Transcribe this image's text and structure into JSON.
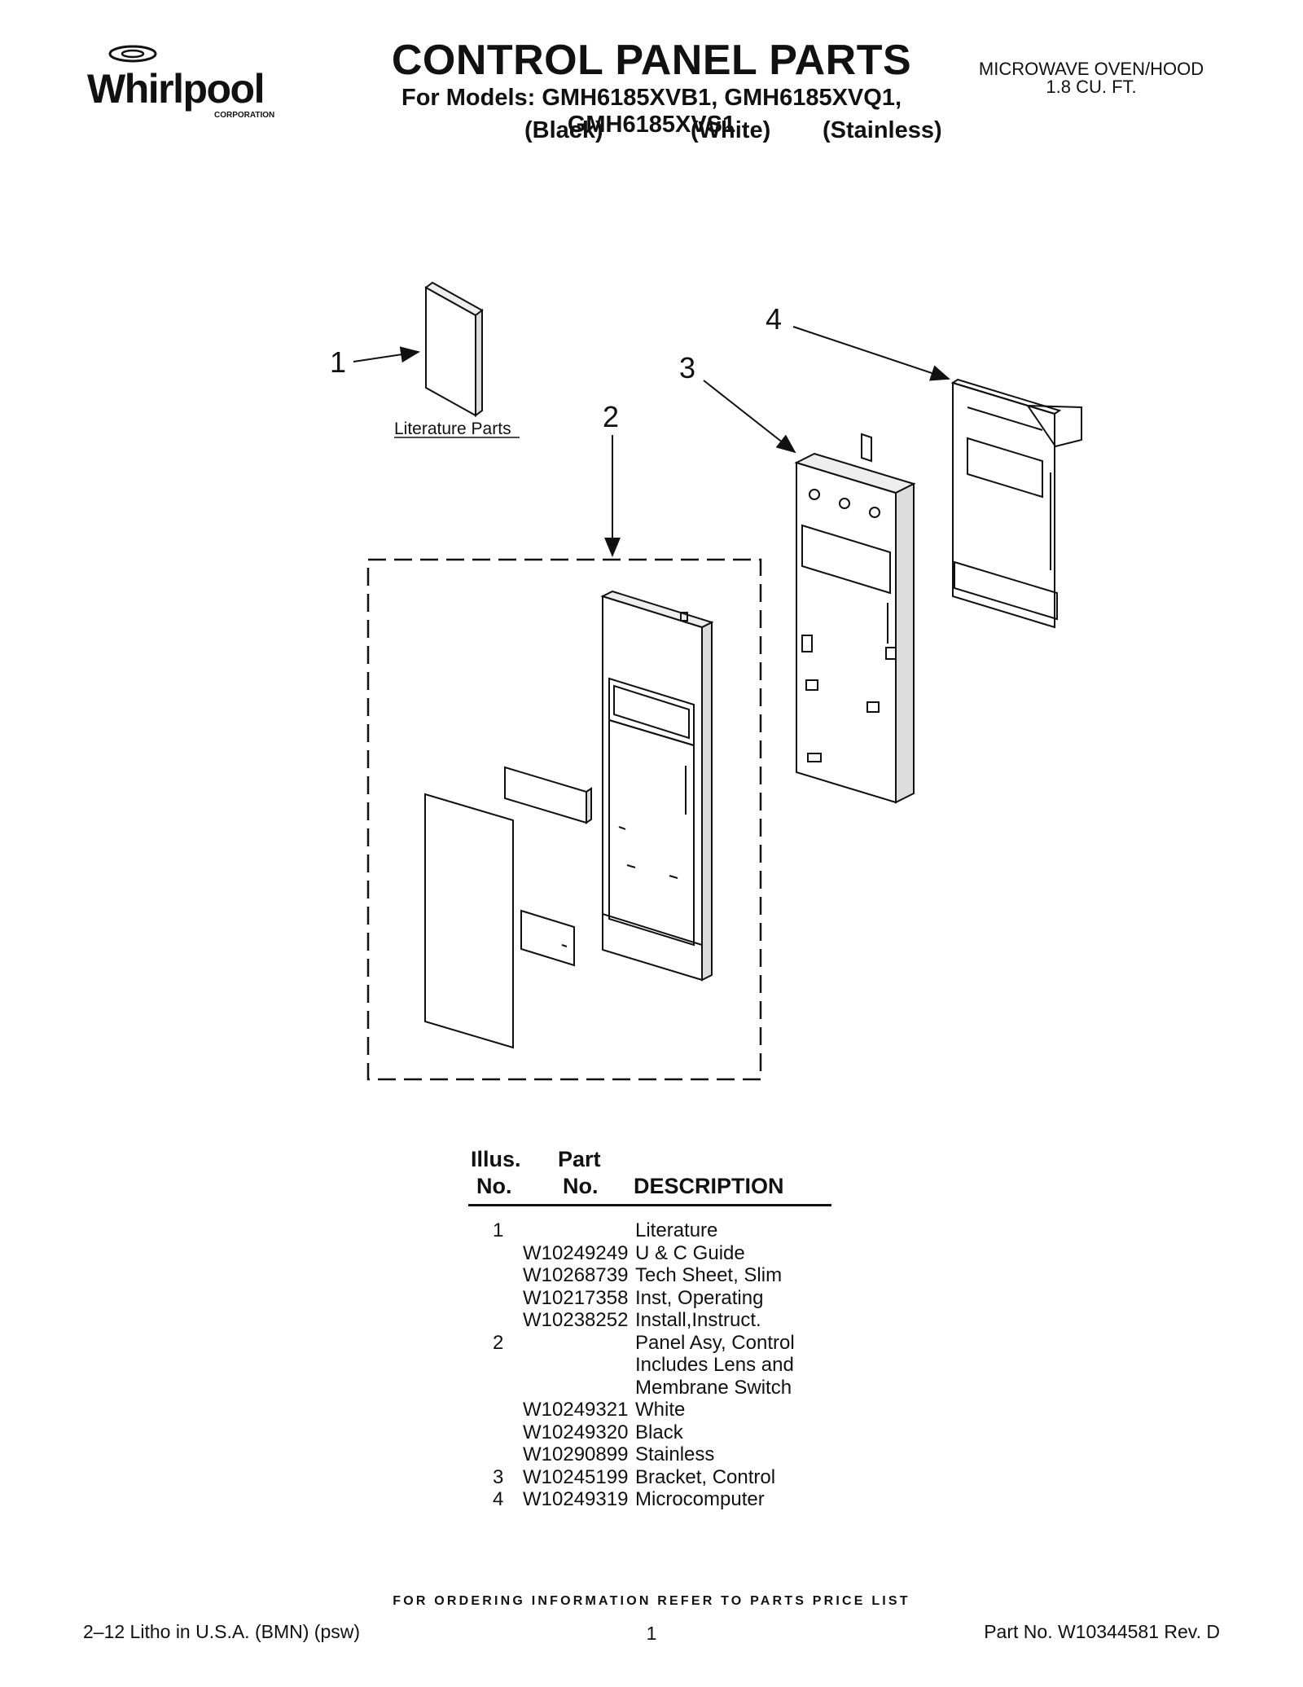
{
  "header": {
    "brand": "Whirlpool",
    "brand_sub": "CORPORATION",
    "title": "CONTROL PANEL PARTS",
    "models_line": "For Models: GMH6185XVB1, GMH6185XVQ1, GMH6185XVS1",
    "variants": [
      "(Black)",
      "(White)",
      "(Stainless)"
    ],
    "product_line1": "MICROWAVE OVEN/HOOD",
    "product_line2": "1.8 CU. FT."
  },
  "diagram": {
    "callouts": [
      "1",
      "2",
      "3",
      "4"
    ],
    "literature_label": "Literature Parts"
  },
  "parts_table": {
    "headers": {
      "illus_line1": "Illus.",
      "illus_line2": "No.",
      "part_line1": "Part",
      "part_line2": "No.",
      "description": "DESCRIPTION"
    },
    "rows": [
      {
        "illus": "1",
        "part": "",
        "desc": "Literature"
      },
      {
        "illus": "",
        "part": "W10249249",
        "desc": "U & C Guide"
      },
      {
        "illus": "",
        "part": "W10268739",
        "desc": "Tech Sheet, Slim"
      },
      {
        "illus": "",
        "part": "W10217358",
        "desc": "Inst, Operating"
      },
      {
        "illus": "",
        "part": "W10238252",
        "desc": "Install,Instruct."
      },
      {
        "illus": "2",
        "part": "",
        "desc": "Panel Asy, Control"
      },
      {
        "illus": "",
        "part": "",
        "desc": "Includes Lens and"
      },
      {
        "illus": "",
        "part": "",
        "desc": "Membrane Switch"
      },
      {
        "illus": "",
        "part": "W10249321",
        "desc": "White"
      },
      {
        "illus": "",
        "part": "W10249320",
        "desc": "Black"
      },
      {
        "illus": "",
        "part": "W10290899",
        "desc": "Stainless"
      },
      {
        "illus": "3",
        "part": "W10245199",
        "desc": "Bracket, Control"
      },
      {
        "illus": "4",
        "part": "W10249319",
        "desc": "Microcomputer"
      }
    ]
  },
  "footer": {
    "ordering_note": "FOR ORDERING INFORMATION REFER TO PARTS PRICE LIST",
    "litho": "2‒12 Litho in U.S.A. (BMN) (psw)",
    "page": "1",
    "part_no": "Part No. W10344581 Rev. D"
  }
}
